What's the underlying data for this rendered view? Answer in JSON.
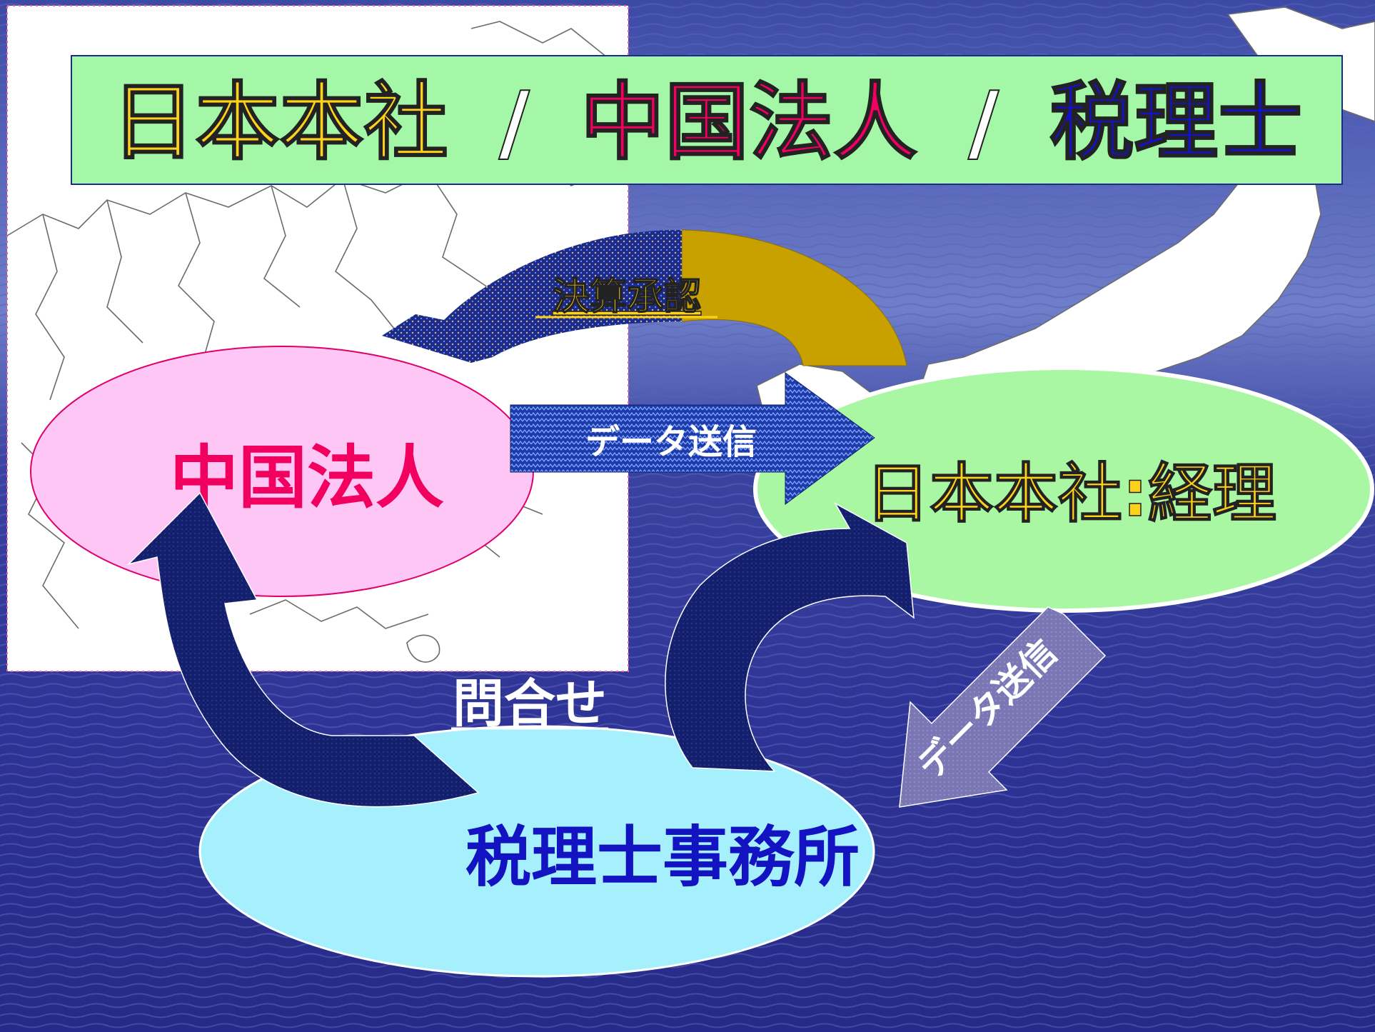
{
  "title": {
    "part1": "日本本社",
    "sep1": "/",
    "part2": "中国法人",
    "sep2": "/",
    "part3": "税理士"
  },
  "nodes": {
    "china": "中国法人",
    "japan_hq": "日本本社",
    "japan_colon": ":",
    "japan_dept": "経理",
    "tax_office": "税理士事務所"
  },
  "edges": {
    "approval": "決算承認",
    "data_send_1": "データ送信",
    "data_send_2": "データ送信",
    "inquiry": "問合せ"
  },
  "colors": {
    "title_box": "#a3f7a7",
    "yellow": "#ffd21a",
    "pink": "#f2005f",
    "blue": "#1313c2",
    "china_ellipse": "#fdc6f5",
    "japan_ellipse": "#a9f7a3",
    "tax_ellipse": "#a6f0fd",
    "arrow_navy": "#15206d",
    "arrow_gold": "#c8a000",
    "arrow_grey": "#7a77b4",
    "sea": "#2a2f92"
  }
}
